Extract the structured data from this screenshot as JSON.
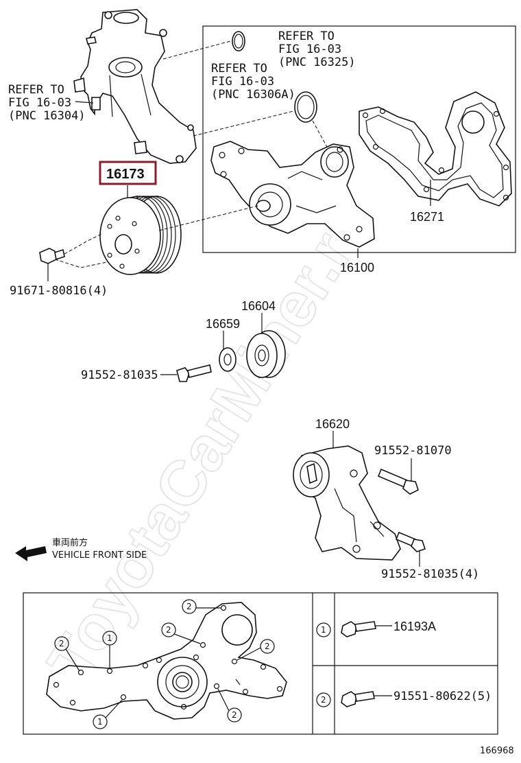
{
  "watermark": "ToyotaCarMiner.ru",
  "labels": {
    "refer_left_1": "REFER TO",
    "refer_left_2": "FIG 16-03",
    "refer_left_3": "(PNC 16304)",
    "refer_mid_1": "REFER TO",
    "refer_mid_2": "FIG 16-03",
    "refer_mid_3": "(PNC 16306A)",
    "refer_top_1": "REFER TO",
    "refer_top_2": "FIG 16-03",
    "refer_top_3": "(PNC 16325)",
    "part_16173": "16173",
    "part_16271": "16271",
    "part_16100": "16100",
    "bolt_pulley": "91671-80816(4)",
    "part_16604": "16604",
    "part_16659": "16659",
    "bolt_idler": "91552-81035",
    "part_16620": "16620",
    "bolt_tensioner_top": "91552-81070",
    "bolt_tensioner_bottom": "91552-81035(4)",
    "vehicle_front_jp": "車両前方",
    "vehicle_front_en": "VEHICLE FRONT SIDE",
    "legend_bolt_1": "16193A",
    "legend_bolt_2": "91551-80622(5)",
    "callout_1": "1",
    "callout_2": "2",
    "figure_number": "166968"
  },
  "colors": {
    "highlight": "#8b1c2c",
    "line": "#111111",
    "watermark": "#e6e6e6"
  }
}
